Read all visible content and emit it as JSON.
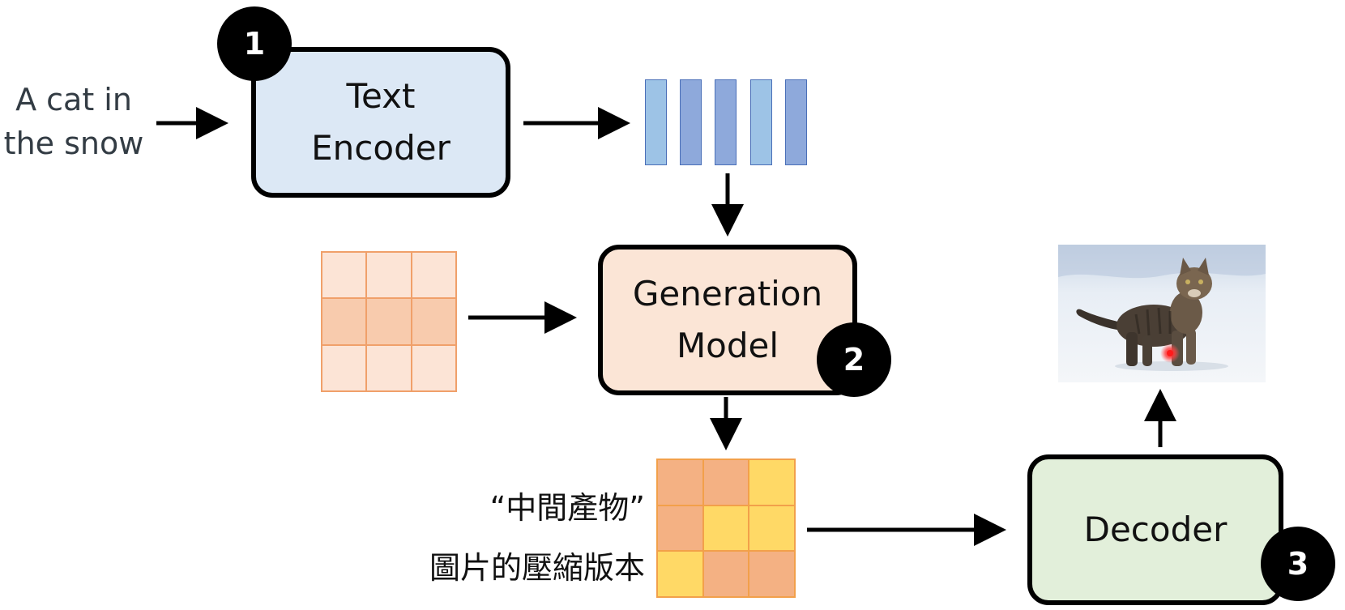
{
  "input_text": {
    "line1": "A cat in",
    "line2": "the snow"
  },
  "blocks": {
    "text_encoder": {
      "line1": "Text",
      "line2": "Encoder",
      "fill": "#dce8f5"
    },
    "generation_model": {
      "line1": "Generation",
      "line2": "Model",
      "fill": "#fbe5d6"
    },
    "decoder": {
      "line1": "Decoder",
      "fill": "#e2efda"
    }
  },
  "badges": {
    "one": "1",
    "two": "2",
    "three": "3"
  },
  "latent_caption": {
    "line1": "“中間產物”",
    "line2": "圖片的壓縮版本"
  },
  "embedding_vector": {
    "colors": [
      "#9dc3e6",
      "#8ea9db",
      "#8ea9db",
      "#9dc3e6",
      "#8ea9db"
    ]
  },
  "noise_grid": {
    "colors": [
      "#fce4d6",
      "#fce4d6",
      "#fce4d6",
      "#f8cbad",
      "#f8cbad",
      "#f8cbad",
      "#fce4d6",
      "#fce4d6",
      "#fce4d6"
    ]
  },
  "latent_grid": {
    "colors": [
      "#f4b183",
      "#f4b183",
      "#ffd966",
      "#f4b183",
      "#ffd966",
      "#ffd966",
      "#ffd966",
      "#f4b183",
      "#f4b183"
    ]
  },
  "output_image": {
    "subject": "cat-in-snow-photo"
  }
}
